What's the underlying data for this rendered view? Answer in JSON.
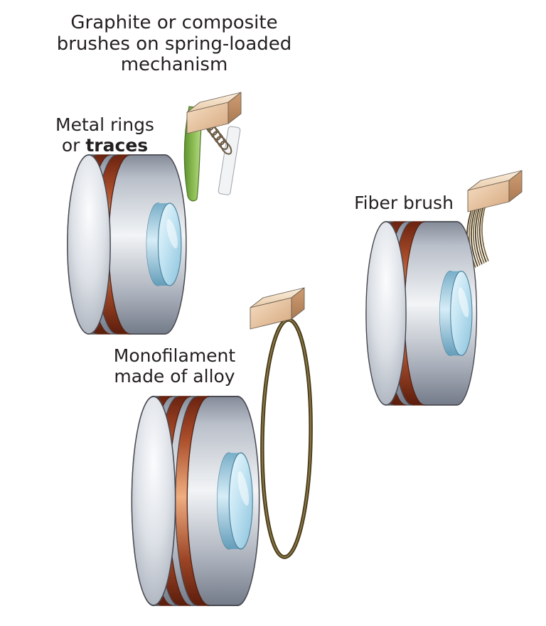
{
  "title": {
    "line1": "Graphite or composite",
    "line2": "brushes on spring-loaded",
    "line3": "mechanism"
  },
  "labels": {
    "metal_rings_line1": "Metal rings",
    "metal_rings_line2_prefix": "or ",
    "metal_rings_line2_bold": "traces",
    "fiber_brush": "Fiber brush",
    "monofilament_line1": "Monofilament",
    "monofilament_line2": "made of alloy"
  },
  "colors": {
    "background": "#ffffff",
    "text": "#231f20",
    "copper_ring": "#b0512c",
    "drum_gray": "#c7ccd4",
    "hub_blue": "#c2e4f3",
    "block_tan": "#eccdaa",
    "spring_arm_green": "#8fbf56",
    "fiber_brown": "#5d4b28",
    "monofilament_brown": "#5e4e24"
  }
}
